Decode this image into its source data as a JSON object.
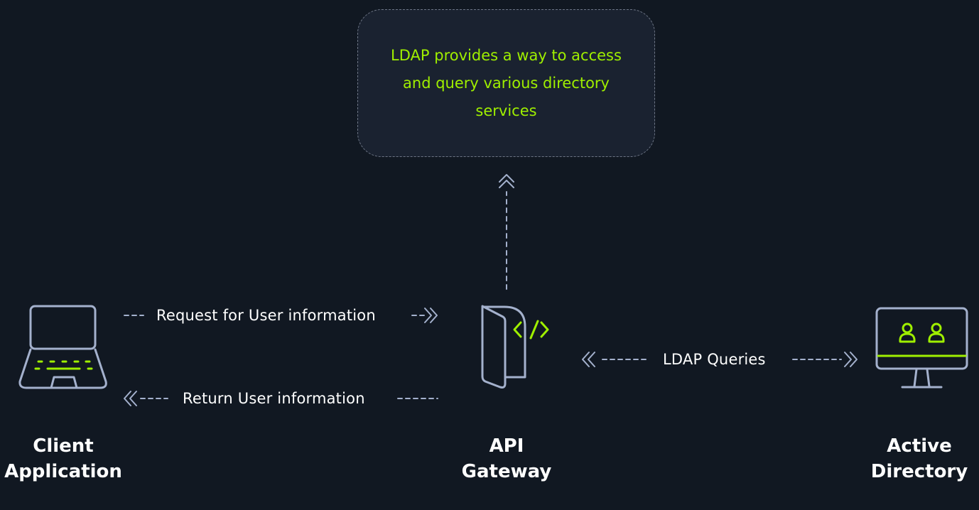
{
  "callout": {
    "text": "LDAP provides a way to access and query various directory services"
  },
  "arrows": {
    "request": "Request for User information",
    "response": "Return User information",
    "queries": "LDAP Queries"
  },
  "nodes": {
    "client": {
      "line1": "Client",
      "line2": "Application",
      "icon": "laptop-icon"
    },
    "gateway": {
      "line1": "API",
      "line2": "Gateway",
      "icon": "code-door-icon"
    },
    "directory": {
      "line1": "Active",
      "line2": "Directory",
      "icon": "monitor-users-icon"
    }
  },
  "colors": {
    "background": "#111822",
    "accent": "#9fef00",
    "line": "#a4b1cd",
    "text": "#ffffff"
  }
}
